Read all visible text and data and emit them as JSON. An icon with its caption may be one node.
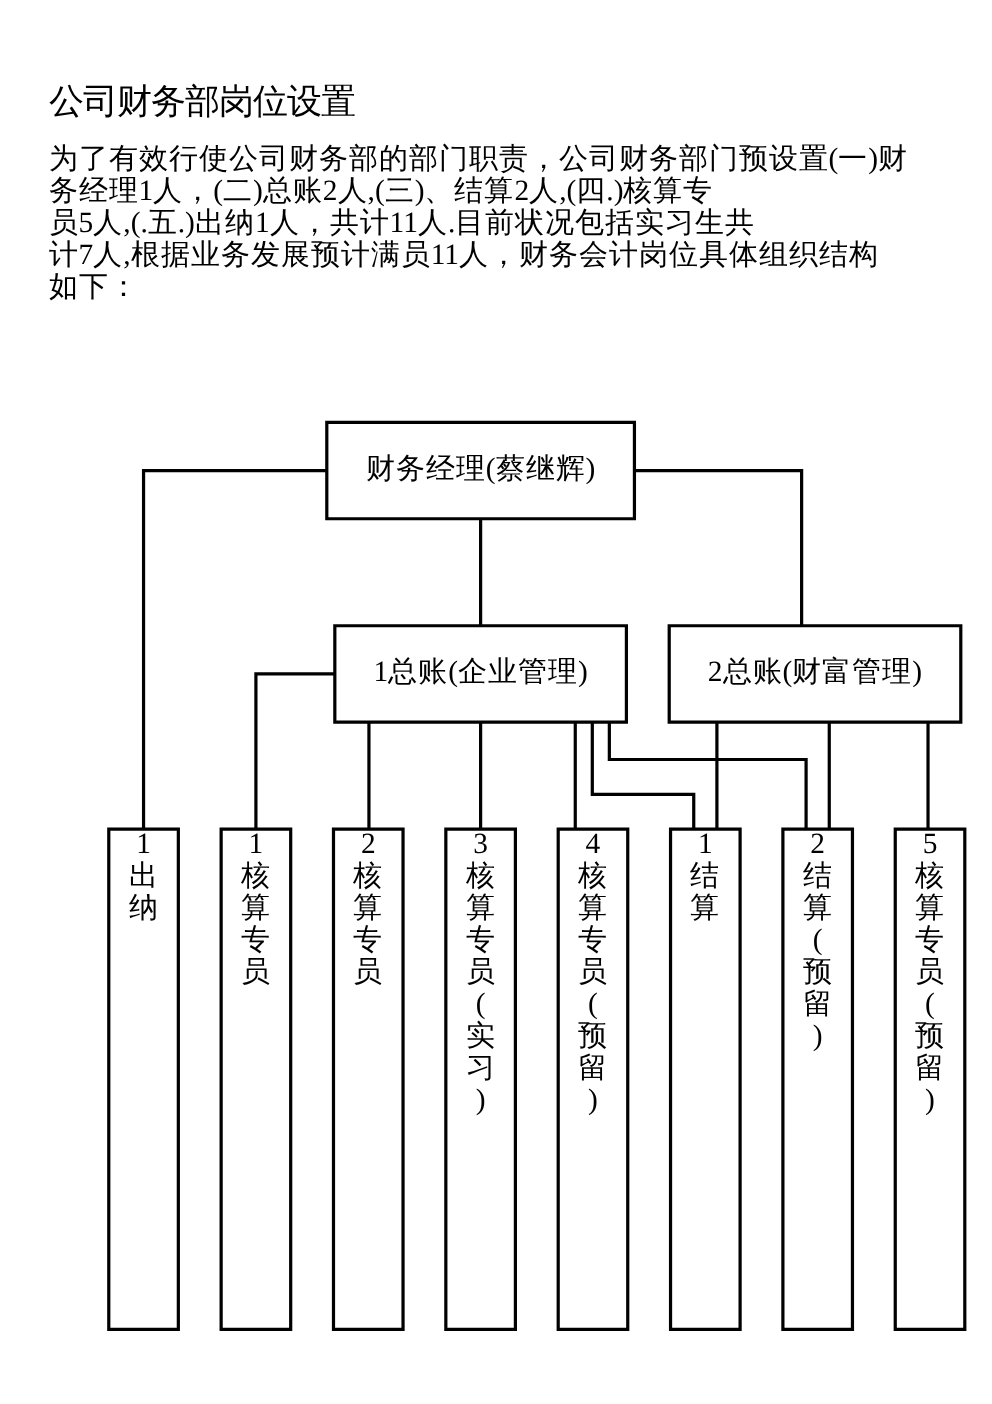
{
  "diagram": {
    "title": "公司财务部岗位设置",
    "nodes": [
      {
        "text": [
          "财务经理(蔡继辉)"
        ]
      },
      {
        "text": [
          "1总账(企业管理)"
        ]
      },
      {
        "text": [
          "2总账(财富管理)"
        ]
      },
      {
        "text": [
          "1出纳"
        ]
      },
      {
        "text": [
          "1核算专员"
        ]
      },
      {
        "text": [
          "2核算专员"
        ]
      },
      {
        "text": [
          "3核算专员(实习)"
        ]
      },
      {
        "text": [
          "4核算专员(预留)"
        ]
      },
      {
        "text": [
          "1结算"
        ]
      },
      {
        "text": [
          "2结算(预留)"
        ]
      },
      {
        "text": [
          "5核算专员(预留)"
        ]
      }
    ],
    "edges": [
      {
        "from": 0,
        "to": 3,
        "arrow": "none"
      },
      {
        "from": 0,
        "to": 1,
        "arrow": "none"
      },
      {
        "from": 0,
        "to": 2,
        "arrow": "none"
      },
      {
        "from": 1,
        "to": 4,
        "arrow": "none"
      },
      {
        "from": 1,
        "to": 5,
        "arrow": "none"
      },
      {
        "from": 1,
        "to": 6,
        "arrow": "none"
      },
      {
        "from": 1,
        "to": 7,
        "arrow": "none"
      },
      {
        "from": 1,
        "to": 8,
        "arrow": "none"
      },
      {
        "from": 1,
        "to": 9,
        "arrow": "none"
      },
      {
        "from": 2,
        "to": 8,
        "arrow": "none"
      },
      {
        "from": 2,
        "to": 9,
        "arrow": "none"
      },
      {
        "from": 2,
        "to": 10,
        "arrow": "none"
      }
    ],
    "labels": [
      "为了有效行使公司财务部的部门职责，公司财务部门预设置(一)财务经理1人，(二)总账2人,(三)、结算2人,(四.)核算专员5人,(.五.)出纳1人，共计11人.目前状况包括实习生共计7人,根据业务发展预计满员11人，财务会计岗位具体组织结构如下："
    ]
  }
}
